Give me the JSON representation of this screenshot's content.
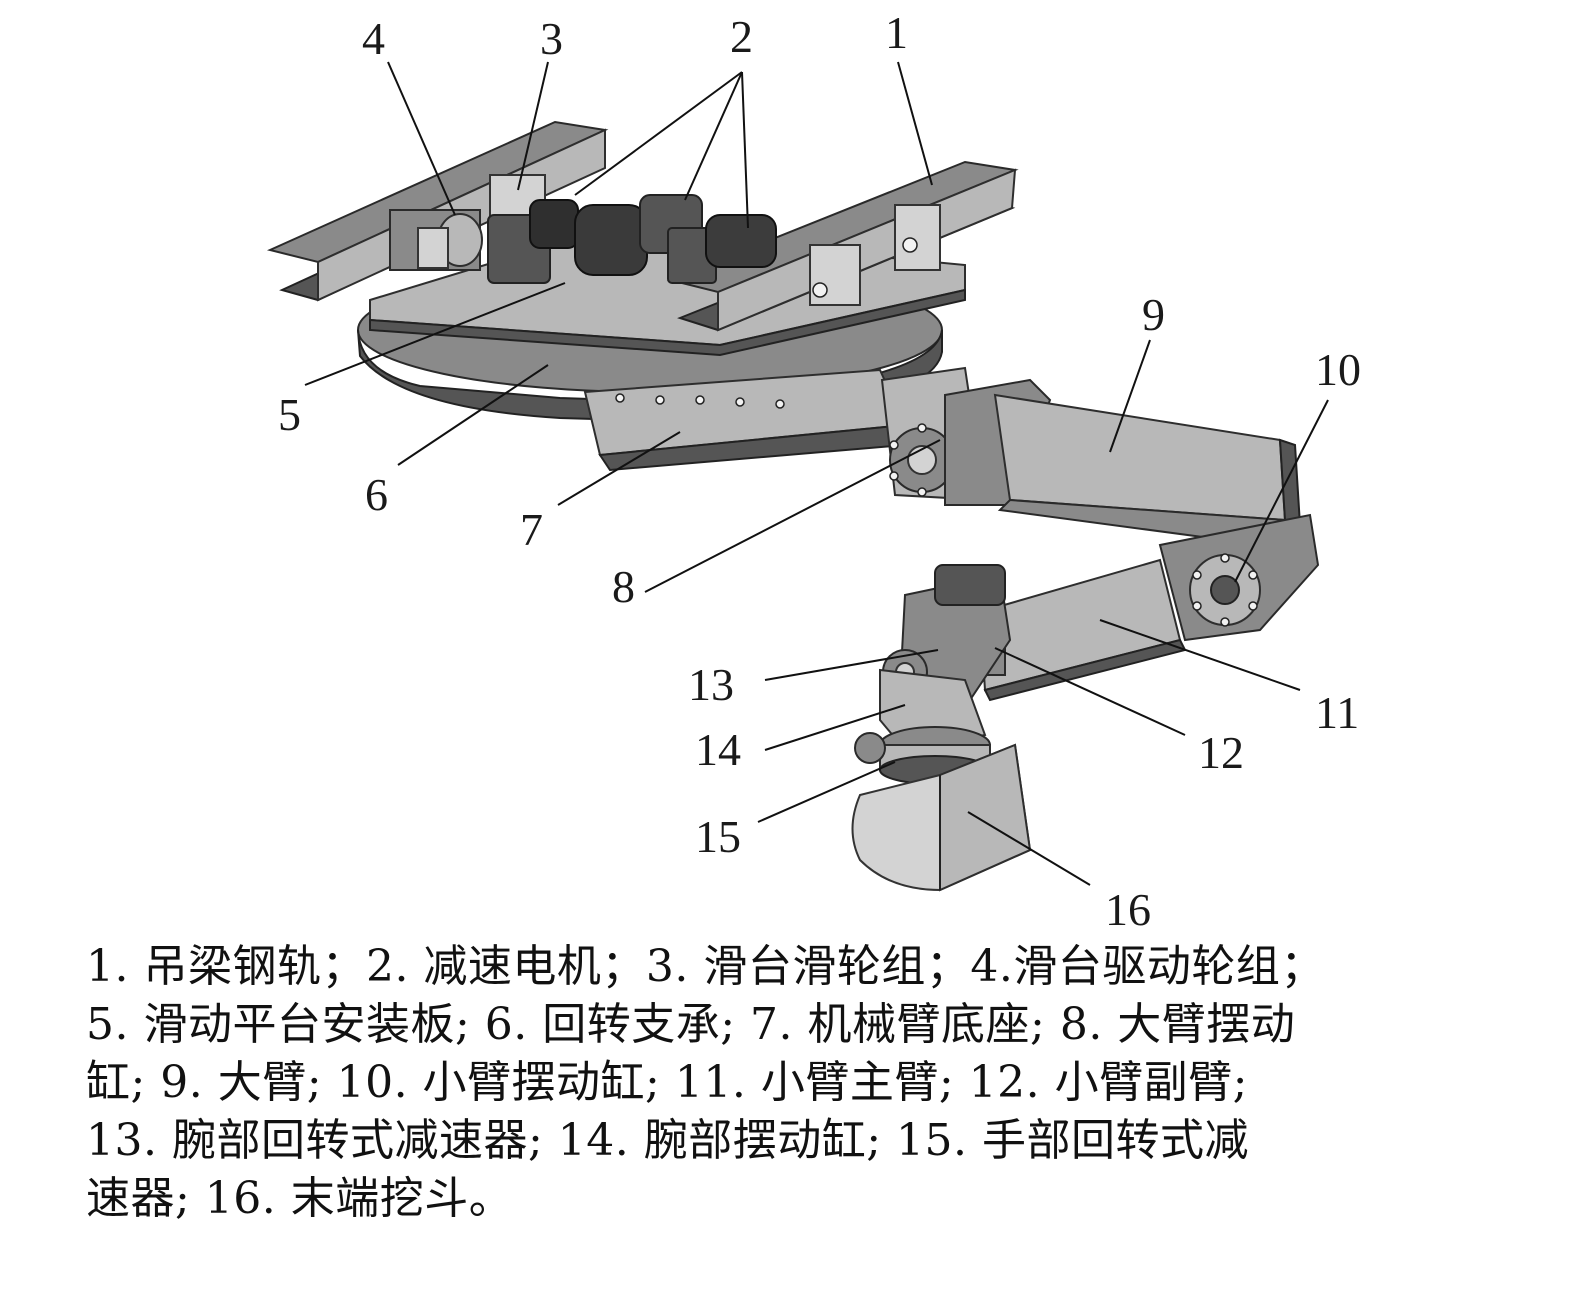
{
  "callouts": {
    "n1": "1",
    "n2": "2",
    "n3": "3",
    "n4": "4",
    "n5": "5",
    "n6": "6",
    "n7": "7",
    "n8": "8",
    "n9": "9",
    "n10": "10",
    "n11": "11",
    "n12": "12",
    "n13": "13",
    "n14": "14",
    "n15": "15",
    "n16": "16"
  },
  "caption": {
    "line1": "1. 吊梁钢轨；2. 减速电机；3. 滑台滑轮组；4.滑台驱动轮组；",
    "line2": "5. 滑动平台安装板; 6. 回转支承; 7. 机械臂底座; 8. 大臂摆动",
    "line3": "缸; 9. 大臂; 10. 小臂摆动缸; 11. 小臂主臂; 12. 小臂副臂;",
    "line4": "13. 腕部回转式减速器; 14. 腕部摆动缸; 15. 手部回转式减",
    "line5": "速器; 16. 末端挖斗。"
  },
  "colors": {
    "steel_dark": "#555555",
    "steel_mid": "#8a8a8a",
    "steel_light": "#b8b8b8"
  }
}
